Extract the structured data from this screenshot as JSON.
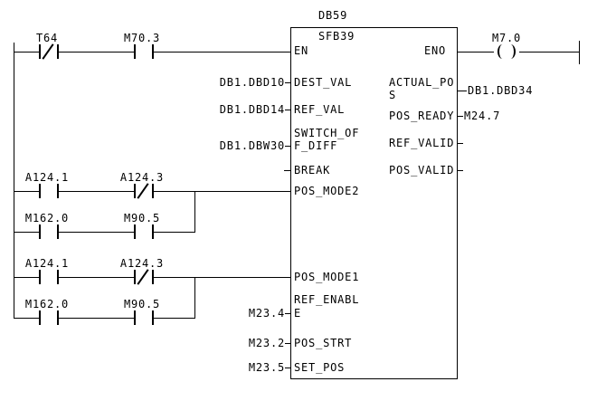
{
  "colors": {
    "line": "#000000",
    "background": "#ffffff"
  },
  "block": {
    "db_label": "DB59",
    "title": "SFB39",
    "en_label": "EN",
    "eno_label": "ENO",
    "left_pins": {
      "dest_val": "DEST_VAL",
      "ref_val": "REF_VAL",
      "switch_off_diff_1": "SWITCH_OF",
      "switch_off_diff_2": "F_DIFF",
      "break": "BREAK",
      "pos_mode2": "POS_MODE2",
      "pos_mode1": "POS_MODE1",
      "ref_enable_1": "REF_ENABL",
      "ref_enable_2": "E",
      "pos_strt": "POS_STRT",
      "set_pos": "SET_POS"
    },
    "right_pins": {
      "actual_pos_1": "ACTUAL_PO",
      "actual_pos_2": "S",
      "pos_ready": "POS_READY",
      "ref_valid": "REF_VALID",
      "pos_valid": "POS_VALID"
    }
  },
  "operands": {
    "dest_val": "DB1.DBD10",
    "ref_val": "DB1.DBD14",
    "switch_off_diff": "DB1.DBW30",
    "ref_enable": "M23.4",
    "pos_strt": "M23.2",
    "set_pos": "M23.5",
    "actual_pos": "DB1.DBD34",
    "pos_ready": "M24.7"
  },
  "contacts": {
    "en_1": {
      "label": "T64",
      "type": "NC"
    },
    "en_2": {
      "label": "M70.3",
      "type": "NO"
    },
    "mode2_1": {
      "label": "A124.1",
      "type": "NO"
    },
    "mode2_2": {
      "label": "A124.3",
      "type": "NC"
    },
    "mode2_b1": {
      "label": "M162.0",
      "type": "NO"
    },
    "mode2_b2": {
      "label": "M90.5",
      "type": "NO"
    },
    "mode1_1": {
      "label": "A124.1",
      "type": "NO"
    },
    "mode1_2": {
      "label": "A124.3",
      "type": "NC"
    },
    "mode1_b1": {
      "label": "M162.0",
      "type": "NO"
    },
    "mode1_b2": {
      "label": "M90.5",
      "type": "NO"
    }
  },
  "coil": {
    "label": "M7.0"
  }
}
